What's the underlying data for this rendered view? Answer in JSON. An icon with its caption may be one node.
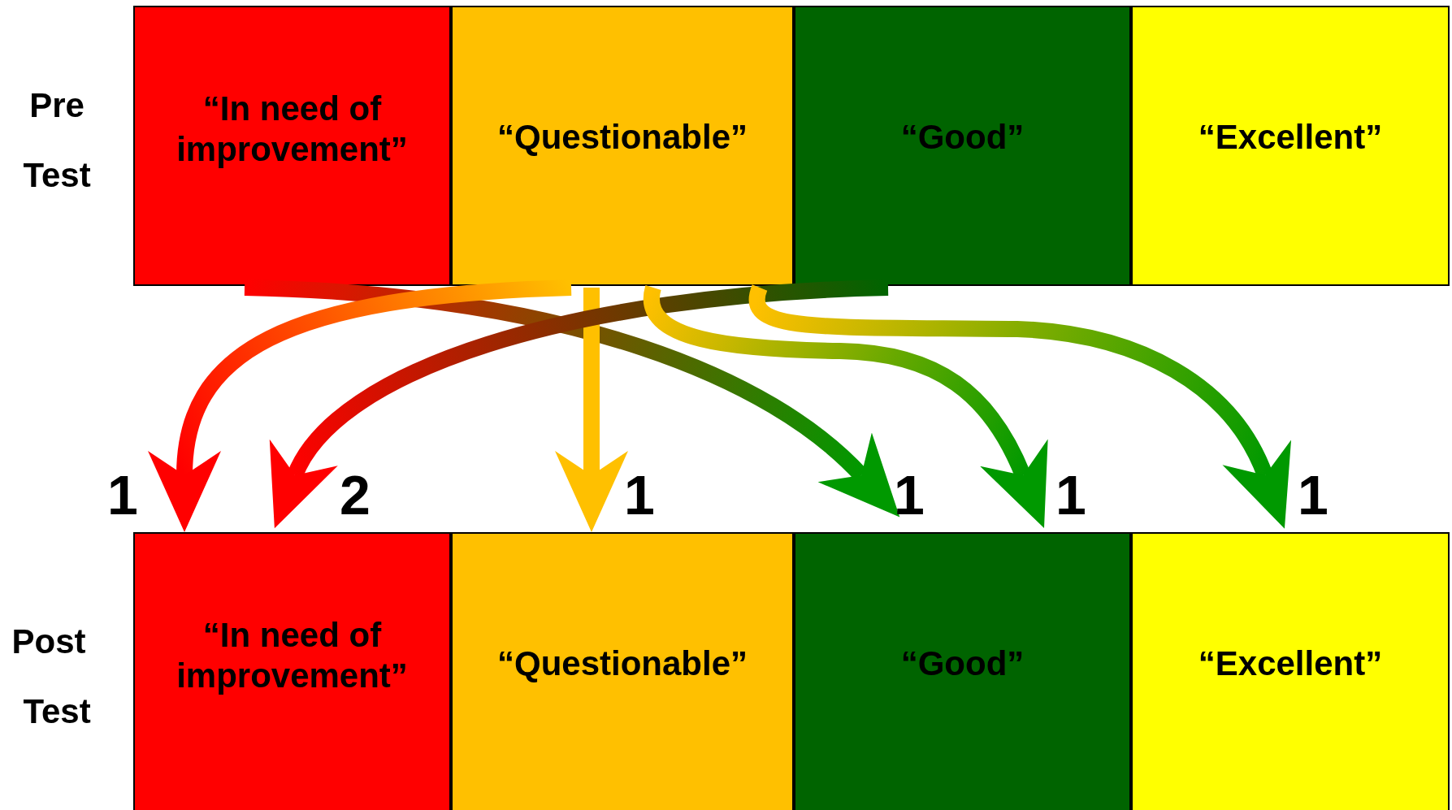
{
  "diagram": {
    "nodes": [
      {
        "text": [
          "“In need of improvement”"
        ]
      },
      {
        "text": [
          "“Questionable”"
        ]
      },
      {
        "text": [
          "“Good”"
        ]
      },
      {
        "text": [
          "“Excellent”"
        ]
      },
      {
        "text": [
          "“In need of improvement”"
        ]
      },
      {
        "text": [
          "“Questionable”"
        ]
      },
      {
        "text": [
          "“Good”"
        ]
      },
      {
        "text": [
          "“Excellent”"
        ]
      }
    ],
    "edges": [
      {
        "from": 0,
        "to": 6,
        "arrow": "to",
        "label": "1",
        "style": "thick",
        "color": "#009900"
      },
      {
        "from": 1,
        "to": 4,
        "arrow": "to",
        "label": "1",
        "style": "thick",
        "color": "#ff0000"
      },
      {
        "from": 1,
        "to": 5,
        "arrow": "to",
        "label": "1",
        "style": "thick",
        "color": "#ffc000"
      },
      {
        "from": 2,
        "to": 4,
        "arrow": "to",
        "label": "2",
        "style": "thick",
        "color": "#ff0000"
      },
      {
        "from": 1,
        "to": 6,
        "arrow": "to",
        "label": "1",
        "style": "thick",
        "color": "#009900"
      },
      {
        "from": 1,
        "to": 7,
        "arrow": "to",
        "label": "1",
        "style": "thick",
        "color": "#009900"
      }
    ],
    "labels": [
      "Pre",
      "Test",
      "Post",
      "Test"
    ]
  }
}
